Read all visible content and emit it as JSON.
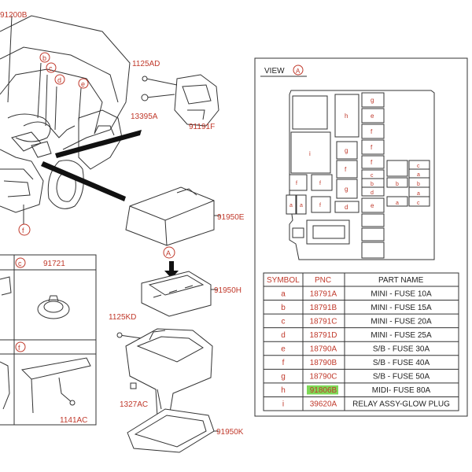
{
  "labels": {
    "top_cut": "91200B",
    "callout_b": "b",
    "callout_c": "c",
    "callout_d": "d",
    "callout_e": "e",
    "callout_f": "f",
    "p1125AD": "1125AD",
    "p13395A": "13395A",
    "p91191F": "91191F",
    "p91950E": "91950E",
    "view_callout": "A",
    "p91950H": "91950H",
    "p1125KD": "1125KD",
    "p1327AC": "1327AC",
    "p91950K": "91950K",
    "p1141AC": "1141AC"
  },
  "detail_panel": {
    "c_letter": "c",
    "c_part": "91721",
    "f_letter": "f"
  },
  "view": {
    "title": "VIEW",
    "letter": "A",
    "fuse_letters": {
      "h_big": "h",
      "i_big": "i",
      "g1": "g",
      "f1": "f",
      "g2": "g",
      "d1": "d",
      "col_g": "g",
      "col_e": "e",
      "col_f1": "f",
      "col_f2": "f",
      "col_f3": "f",
      "col_c": "c",
      "col_b": "b",
      "col_d": "d",
      "col_e2": "e",
      "l_f1": "f",
      "l_f2": "f",
      "l_a1": "a",
      "l_a2": "a",
      "l_f3": "f",
      "r_b": "b",
      "r_a": "a",
      "rr_c": "c",
      "rr_a1": "a",
      "rr_b": "b",
      "rr_a2": "a",
      "rr_c2": "c"
    }
  },
  "table": {
    "headers": [
      "SYMBOL",
      "PNC",
      "PART NAME"
    ],
    "rows": [
      {
        "symbol": "a",
        "pnc": "18791A",
        "name": "MINI - FUSE 10A"
      },
      {
        "symbol": "b",
        "pnc": "18791B",
        "name": "MINI - FUSE 15A"
      },
      {
        "symbol": "c",
        "pnc": "18791C",
        "name": "MINI - FUSE 20A"
      },
      {
        "symbol": "d",
        "pnc": "18791D",
        "name": "MINI - FUSE 25A"
      },
      {
        "symbol": "e",
        "pnc": "18790A",
        "name": "S/B - FUSE 30A"
      },
      {
        "symbol": "f",
        "pnc": "18790B",
        "name": "S/B - FUSE 40A"
      },
      {
        "symbol": "g",
        "pnc": "18790C",
        "name": "S/B - FUSE 50A"
      },
      {
        "symbol": "h",
        "pnc": "91806B",
        "name": "MIDI- FUSE 80A"
      },
      {
        "symbol": "i",
        "pnc": "39620A",
        "name": "RELAY ASSY-GLOW PLUG"
      }
    ],
    "highlight_color": "#7ed957",
    "text_color": "#c0392b"
  }
}
